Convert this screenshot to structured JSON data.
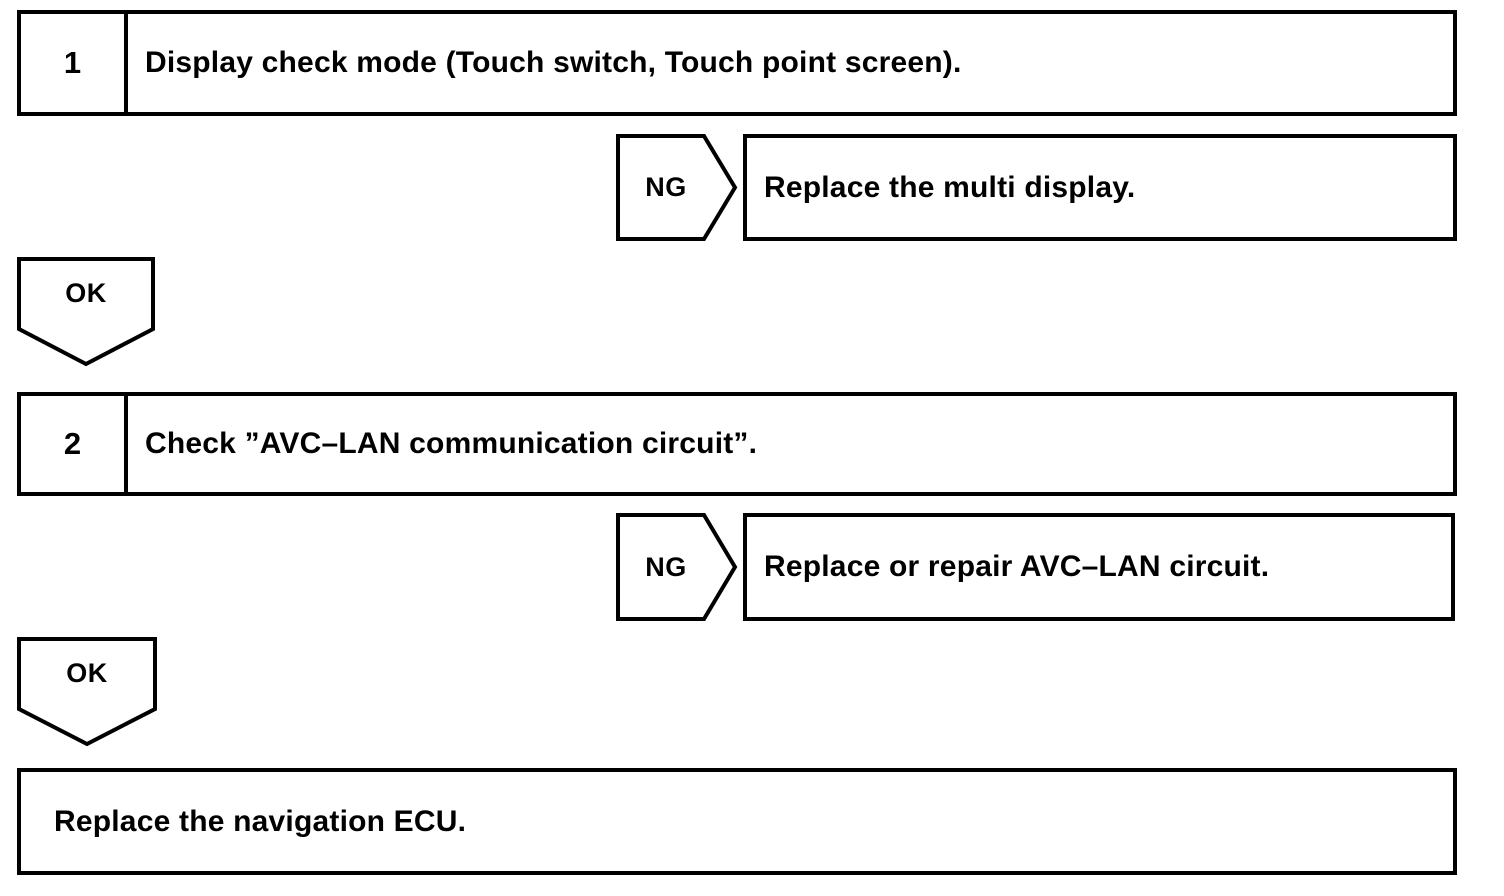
{
  "diagram": {
    "type": "troubleshooting-flowchart",
    "line_color": "#000000",
    "background_color": "#ffffff",
    "text_color": "#000000"
  },
  "steps": [
    {
      "number": "1",
      "text": "Display check mode (Touch switch, Touch point screen)."
    },
    {
      "number": "2",
      "text": "Check ”AVC–LAN communication circuit”."
    }
  ],
  "branches": [
    {
      "label": "NG",
      "action": "Replace the multi display."
    },
    {
      "label": "NG",
      "action": "Replace or repair AVC–LAN circuit."
    }
  ],
  "connectors": [
    {
      "label": "OK"
    },
    {
      "label": "OK"
    }
  ],
  "final": {
    "text": "Replace the navigation ECU."
  }
}
